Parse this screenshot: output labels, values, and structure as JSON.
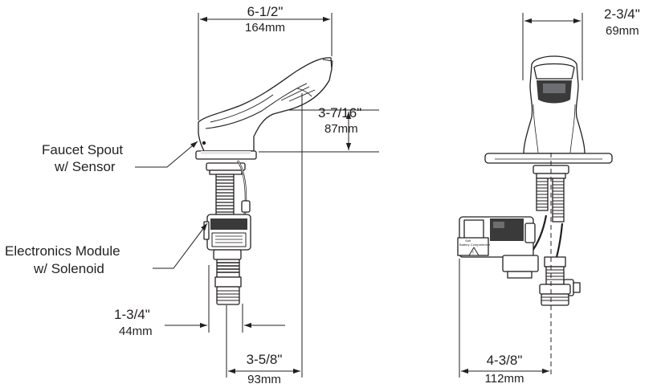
{
  "side_view": {
    "width_dim": {
      "imperial": "6-1/2\"",
      "metric": "164mm"
    },
    "height_dim": {
      "imperial": "3-7/16\"",
      "metric": "87mm"
    },
    "base_dim": {
      "imperial": "1-3/4\"",
      "metric": "44mm"
    },
    "reach_dim": {
      "imperial": "3-5/8\"",
      "metric": "93mm"
    },
    "callouts": {
      "spout": [
        "Faucet Spout",
        "w/ Sensor"
      ],
      "module": [
        "Electronics Module",
        "w/ Solenoid"
      ]
    }
  },
  "front_view": {
    "width_dim": {
      "imperial": "2-3/4\"",
      "metric": "69mm"
    },
    "depth_dim": {
      "imperial": "4-3/8\"",
      "metric": "112mm"
    },
    "module_label": [
      "Salt",
      "Battery Compartment"
    ]
  },
  "colors": {
    "line": "#231f20",
    "fill": "#ffffff",
    "shade": "#6d6e71",
    "dark": "#3a3a3a"
  }
}
